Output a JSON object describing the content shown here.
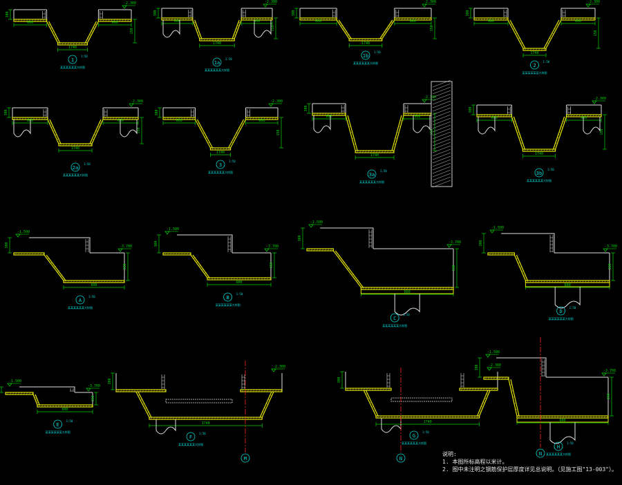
{
  "colors": {
    "background": "#000000",
    "outline": "#e0e0e0",
    "slab": "#e6e600",
    "hatch": "#d4cf3a",
    "dimension": "#00d400",
    "label": "#00d8d8",
    "axis": "#ff2a2a",
    "wall": "#cccccc"
  },
  "sections": [
    {
      "id": "s1",
      "mark": "1",
      "scale": "1:50",
      "caption": "某某某某某某大样图",
      "pipe": false
    },
    {
      "id": "s1a",
      "mark": "1a",
      "scale": "1:50",
      "caption": "某某某某某某大样图",
      "pipe": true
    },
    {
      "id": "s1b",
      "mark": "1b",
      "scale": "1:50",
      "caption": "某某某某某某大样图",
      "pipe": false
    },
    {
      "id": "s2",
      "mark": "2",
      "scale": "1:50",
      "caption": "某某某某某某大样图",
      "pipe": false
    },
    {
      "id": "s2a",
      "mark": "2a",
      "scale": "1:50",
      "caption": "某某某某某某大样图",
      "pipe": true
    },
    {
      "id": "s3",
      "mark": "3",
      "scale": "1:50",
      "caption": "某某某某某某大样图",
      "pipe": false
    },
    {
      "id": "s3a",
      "mark": "3a",
      "scale": "1:50",
      "caption": "某某某某某某大样图",
      "pipe": true
    },
    {
      "id": "s3b",
      "mark": "3b",
      "scale": "1:50",
      "caption": "某某某某某某大样图",
      "pipe": true
    },
    {
      "id": "sA",
      "mark": "A",
      "scale": "1:50",
      "caption": "某某某某某某大样图",
      "pipe": false
    },
    {
      "id": "sB",
      "mark": "B",
      "scale": "1:50",
      "caption": "某某某某某某大样图",
      "pipe": false
    },
    {
      "id": "sC",
      "mark": "C",
      "scale": "1:50",
      "caption": "某某某某某某大样图",
      "pipe": true
    },
    {
      "id": "sD",
      "mark": "D",
      "scale": "1:50",
      "caption": "某某某某某某大样图",
      "pipe": true
    },
    {
      "id": "sE",
      "mark": "E",
      "scale": "1:50",
      "caption": "某某某某某某大样图",
      "pipe": false
    },
    {
      "id": "sF",
      "mark": "F",
      "scale": "1:50",
      "caption": "某某某某某某大样图",
      "pipe": true
    },
    {
      "id": "sG",
      "mark": "G",
      "scale": "1:50",
      "caption": "某某某某某某大样图",
      "pipe": true
    },
    {
      "id": "sH",
      "mark": "H",
      "scale": "1:50",
      "caption": "某某某某某某大样图",
      "pipe": true
    }
  ],
  "axes": [
    {
      "id": "ax1",
      "label": "M"
    },
    {
      "id": "ax2",
      "label": "N"
    },
    {
      "id": "ax3",
      "label": "N"
    }
  ],
  "dims": {
    "big": "1740",
    "mid": "600",
    "small": "150",
    "side": "300",
    "elev1": "-2.300",
    "elev2": "-1.500",
    "elev3": "-3.700"
  },
  "notes": {
    "heading": "说明:",
    "line1": "1. 本图所标高程以米计。",
    "line2": "2. 图中未注明之钢筋保护层厚度详见总说明。（见施工图\"13-003\"）。"
  }
}
